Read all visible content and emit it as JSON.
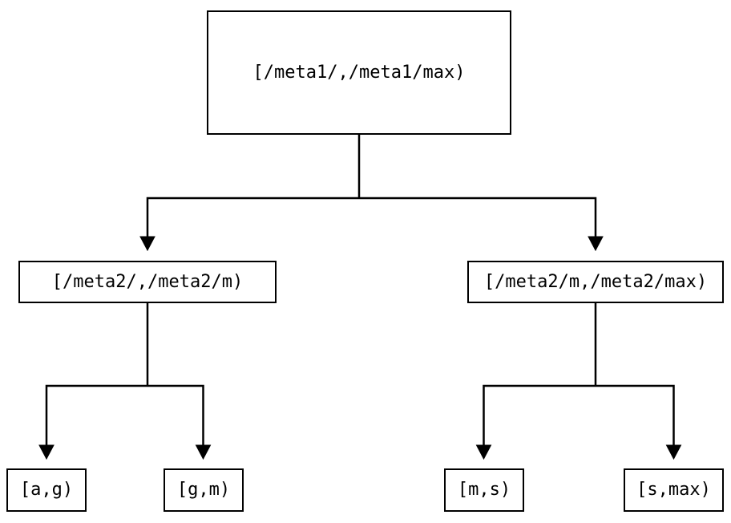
{
  "diagram": {
    "type": "interval-tree",
    "colors": {
      "background": "#ffffff",
      "line": "#000000",
      "text": "#000000",
      "node_fill": "#ffffff"
    },
    "nodes": {
      "root": {
        "label": "[/meta1/,/meta1/max)"
      },
      "meta2_left": {
        "label": "[/meta2/,/meta2/m)"
      },
      "meta2_right": {
        "label": "[/meta2/m,/meta2/max)"
      },
      "leaf_ag": {
        "label": "[a,g)"
      },
      "leaf_gm": {
        "label": "[g,m)"
      },
      "leaf_ms": {
        "label": "[m,s)"
      },
      "leaf_smax": {
        "label": "[s,max)"
      }
    },
    "edges": [
      {
        "from": "root",
        "to": "meta2_left"
      },
      {
        "from": "root",
        "to": "meta2_right"
      },
      {
        "from": "meta2_left",
        "to": "leaf_ag"
      },
      {
        "from": "meta2_left",
        "to": "leaf_gm"
      },
      {
        "from": "meta2_right",
        "to": "leaf_ms"
      },
      {
        "from": "meta2_right",
        "to": "leaf_smax"
      }
    ]
  }
}
